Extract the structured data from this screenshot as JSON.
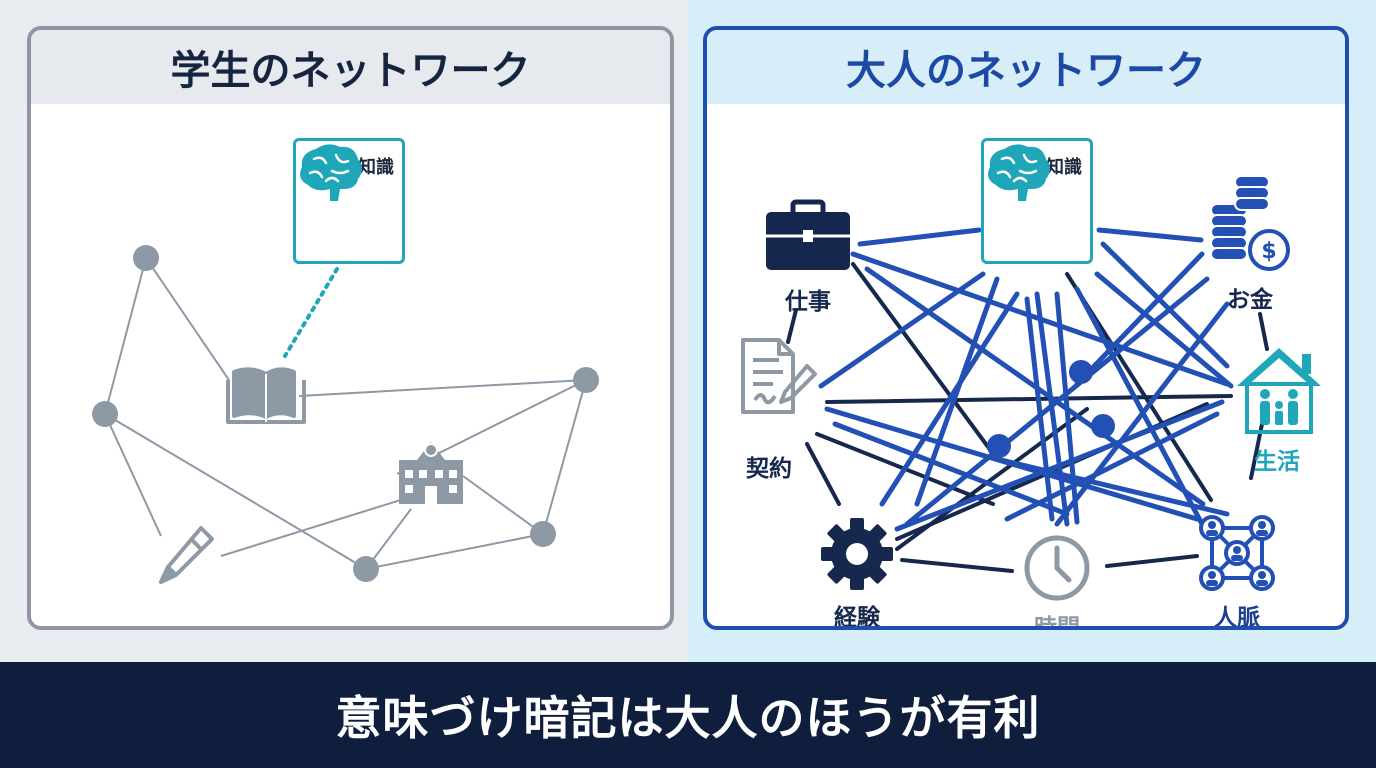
{
  "left_panel": {
    "title": "学生のネットワーク",
    "knowledge_box": {
      "label": "新しい知識",
      "icon": "brain-icon"
    },
    "icons": [
      "book-icon",
      "school-icon",
      "pencil-icon"
    ]
  },
  "right_panel": {
    "title": "大人のネットワーク",
    "knowledge_box": {
      "label": "新しい知識",
      "icon": "brain-icon"
    },
    "nodes": [
      {
        "id": "work",
        "label": "仕事",
        "icon": "briefcase-icon"
      },
      {
        "id": "money",
        "label": "お金",
        "icon": "coins-icon"
      },
      {
        "id": "contract",
        "label": "契約",
        "icon": "contract-icon"
      },
      {
        "id": "life",
        "label": "生活",
        "icon": "family-home-icon"
      },
      {
        "id": "experience",
        "label": "経験",
        "icon": "gear-icon"
      },
      {
        "id": "time",
        "label": "時間",
        "icon": "clock-icon"
      },
      {
        "id": "relations",
        "label": "人脈",
        "icon": "people-network-icon"
      }
    ]
  },
  "footer": {
    "text": "意味づけ暗記は大人のほうが有利"
  },
  "colors": {
    "left_border": "#8d97a4",
    "right_border": "#1e4fae",
    "accent_teal": "#1fa6b8",
    "dark_navy": "#0e1e3c",
    "blue_line": "#2350b5"
  }
}
